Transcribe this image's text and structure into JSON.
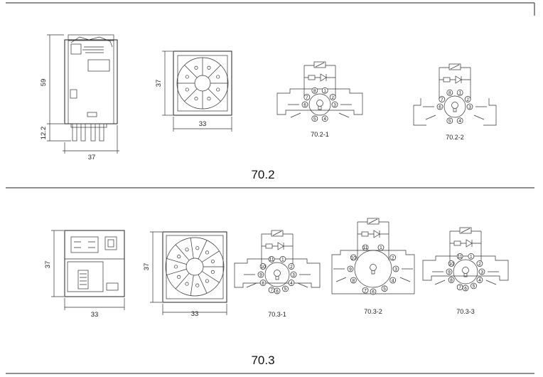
{
  "section_702": {
    "title": "70.2",
    "side_view": {
      "height_body": "59",
      "height_pins": "12.2",
      "width": "37"
    },
    "top_view": {
      "width": "33",
      "height": "37"
    },
    "wiring": [
      {
        "caption": "70.2-1",
        "pins": [
          "8",
          "1",
          "7",
          "2",
          "6",
          "3",
          "5",
          "4"
        ]
      },
      {
        "caption": "70.2-2",
        "pins": [
          "8",
          "1",
          "7",
          "2",
          "6",
          "3",
          "5",
          "4"
        ]
      }
    ]
  },
  "section_703": {
    "title": "70.3",
    "side_view": {
      "height": "37",
      "width": "33"
    },
    "top_view": {
      "width": "33",
      "height": "37"
    },
    "wiring": [
      {
        "caption": "70.3-1",
        "pins": [
          "11",
          "1",
          "10",
          "2",
          "9",
          "3",
          "8",
          "4",
          "7",
          "6",
          "5"
        ]
      },
      {
        "caption": "70.3-2",
        "pins": [
          "11",
          "1",
          "10",
          "2",
          "9",
          "3",
          "8",
          "4",
          "7",
          "6",
          "5"
        ]
      },
      {
        "caption": "70.3-3",
        "pins": [
          "11",
          "1",
          "10",
          "2",
          "9",
          "3",
          "8",
          "4",
          "7",
          "6",
          "5"
        ]
      }
    ]
  }
}
